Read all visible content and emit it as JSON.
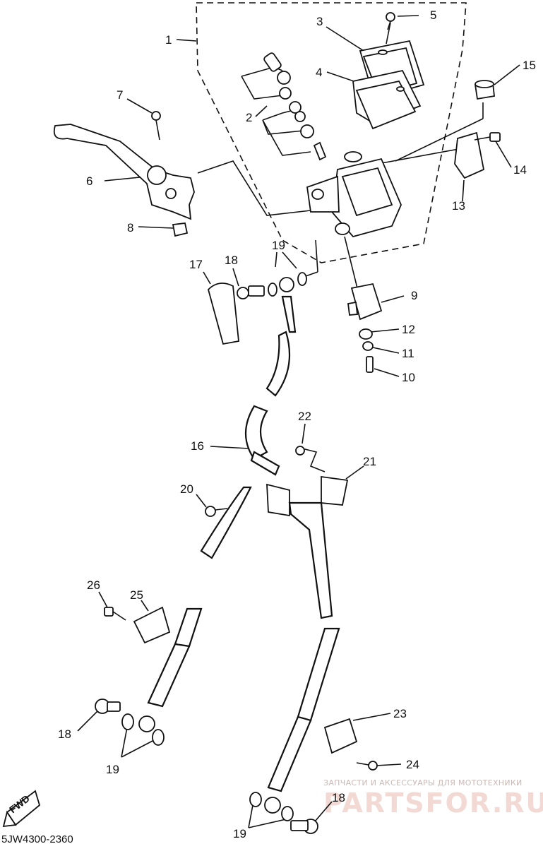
{
  "diagram": {
    "callouts": [
      {
        "id": "c1",
        "label": "1"
      },
      {
        "id": "c2",
        "label": "2"
      },
      {
        "id": "c3",
        "label": "3"
      },
      {
        "id": "c4",
        "label": "4"
      },
      {
        "id": "c5",
        "label": "5"
      },
      {
        "id": "c6",
        "label": "6"
      },
      {
        "id": "c7",
        "label": "7"
      },
      {
        "id": "c8",
        "label": "8"
      },
      {
        "id": "c9",
        "label": "9"
      },
      {
        "id": "c10",
        "label": "10"
      },
      {
        "id": "c11",
        "label": "11"
      },
      {
        "id": "c12",
        "label": "12"
      },
      {
        "id": "c13",
        "label": "13"
      },
      {
        "id": "c14",
        "label": "14"
      },
      {
        "id": "c15",
        "label": "15"
      },
      {
        "id": "c16",
        "label": "16"
      },
      {
        "id": "c17",
        "label": "17"
      },
      {
        "id": "c18a",
        "label": "18"
      },
      {
        "id": "c19a",
        "label": "19"
      },
      {
        "id": "c20",
        "label": "20"
      },
      {
        "id": "c21",
        "label": "21"
      },
      {
        "id": "c22",
        "label": "22"
      },
      {
        "id": "c23",
        "label": "23"
      },
      {
        "id": "c24",
        "label": "24"
      },
      {
        "id": "c25",
        "label": "25"
      },
      {
        "id": "c26",
        "label": "26"
      },
      {
        "id": "c18b",
        "label": "18"
      },
      {
        "id": "c19b",
        "label": "19"
      },
      {
        "id": "c18c",
        "label": "18"
      },
      {
        "id": "c19c",
        "label": "19"
      }
    ],
    "drawing_code": "5JW4300-2360",
    "fwd_label": "FWD",
    "watermark_caption": "ЗАПЧАСТИ И АКСЕССУАРЫ ДЛЯ МОТОТЕХНИКИ",
    "watermark_logo": "PARTSFOR.RU"
  }
}
